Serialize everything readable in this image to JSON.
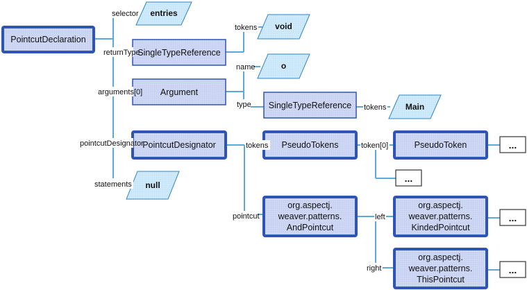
{
  "diagram": {
    "type": "ast-tree",
    "colors": {
      "node_fill": "#cdd6f3",
      "node_border": "#2f55b4",
      "leaf_fill": "#cde9fa",
      "leaf_border": "#2f86c5",
      "line": "#5aa9d6",
      "ellipsis_border": "#333333"
    },
    "nodes": {
      "pointcut_declaration": "PointcutDeclaration",
      "return_type_ref": "SingleTypeReference",
      "argument": "Argument",
      "argument_type_ref": "SingleTypeReference",
      "pointcut_designator": "PointcutDesignator",
      "pseudo_tokens": "PseudoTokens",
      "pseudo_token": "PseudoToken",
      "and_pointcut": [
        "org.aspectj.",
        "weaver.patterns.",
        "AndPointcut"
      ],
      "kinded_pointcut": [
        "org.aspectj.",
        "weaver.patterns.",
        "KindedPointcut"
      ],
      "this_pointcut": [
        "org.aspectj.",
        "weaver.patterns.",
        "ThisPointcut"
      ]
    },
    "leaves": {
      "selector_value": "entries",
      "return_type_token": "void",
      "argument_name": "o",
      "argument_type_token": "Main",
      "statements_value": "null"
    },
    "ellipsis": "...",
    "edge_labels": {
      "selector": "selector",
      "return_type": "returnType",
      "arguments": "arguments[0]",
      "pointcut_designator": "pointcutDesignator",
      "statements": "statements",
      "tokens_void": "tokens",
      "name": "name",
      "type": "type",
      "tokens_main": "tokens",
      "tokens_pseudo": "tokens",
      "token0": "token[0]",
      "pointcut": "pointcut",
      "left": "left",
      "right": "right"
    }
  }
}
